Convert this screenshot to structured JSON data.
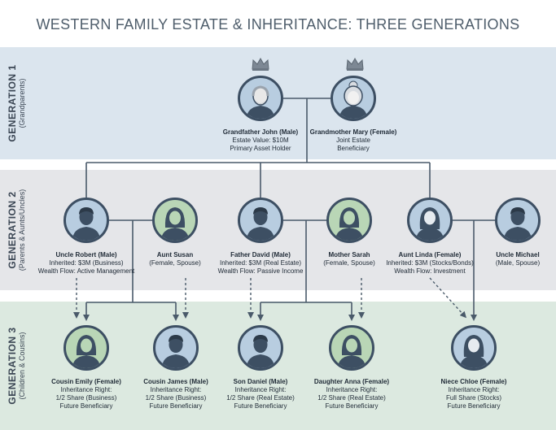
{
  "title": "WESTERN FAMILY ESTATE & INHERITANCE: THREE GENERATIONS",
  "generations": [
    {
      "label": "GENERATION 1",
      "sub": "(Grandparents)"
    },
    {
      "label": "GENERATION 2",
      "sub": "(Parents & Aunts/Uncles)"
    },
    {
      "label": "GENERATION 3",
      "sub": "(Children & Cousins)"
    }
  ],
  "people": {
    "john": {
      "name": "Grandfather John (Male)",
      "lines": [
        "Estate Value: $10M",
        "Primary Asset Holder"
      ]
    },
    "mary": {
      "name": "Grandmother Mary (Female)",
      "lines": [
        "Joint Estate",
        "Beneficiary"
      ]
    },
    "robert": {
      "name": "Uncle Robert (Male)",
      "lines": [
        "Inherited: $3M (Business)",
        "Wealth Flow: Active Management"
      ]
    },
    "susan": {
      "name": "Aunt Susan",
      "lines": [
        "(Female, Spouse)",
        ""
      ]
    },
    "david": {
      "name": "Father David (Male)",
      "lines": [
        "Inherited: $3M (Real Estate)",
        "Wealth Flow: Passive Income"
      ]
    },
    "sarah": {
      "name": "Mother Sarah",
      "lines": [
        "(Female, Spouse)",
        ""
      ]
    },
    "linda": {
      "name": "Aunt Linda (Female)",
      "lines": [
        "Inherited: $3M (Stocks/Bonds)",
        "Wealth Flow: Investment"
      ]
    },
    "michael": {
      "name": "Uncle Michael",
      "lines": [
        "(Male, Spouse)",
        ""
      ]
    },
    "emily": {
      "name": "Cousin Emily (Female)",
      "lines": [
        "Inheritance Right:",
        "1/2 Share (Business)",
        "Future Beneficiary"
      ]
    },
    "james": {
      "name": "Cousin James (Male)",
      "lines": [
        "Inheritance Right:",
        "1/2 Share (Business)",
        "Future Beneficiary"
      ]
    },
    "daniel": {
      "name": "Son Daniel (Male)",
      "lines": [
        "Inheritance Right:",
        "1/2 Share (Real Estate)",
        "Future Beneficiary"
      ]
    },
    "anna": {
      "name": "Daughter Anna (Female)",
      "lines": [
        "Inheritance Right:",
        "1/2 Share (Real Estate)",
        "Future Beneficiary"
      ]
    },
    "chloe": {
      "name": "Niece Chloe (Female)",
      "lines": [
        "Inheritance Right:",
        "Full Share (Stocks)",
        "Future Beneficiary"
      ]
    }
  },
  "colors": {
    "blue": "#b8cde0",
    "green": "#b9d6b6",
    "line": "#4a5a6a",
    "crown": "#7d8894"
  }
}
